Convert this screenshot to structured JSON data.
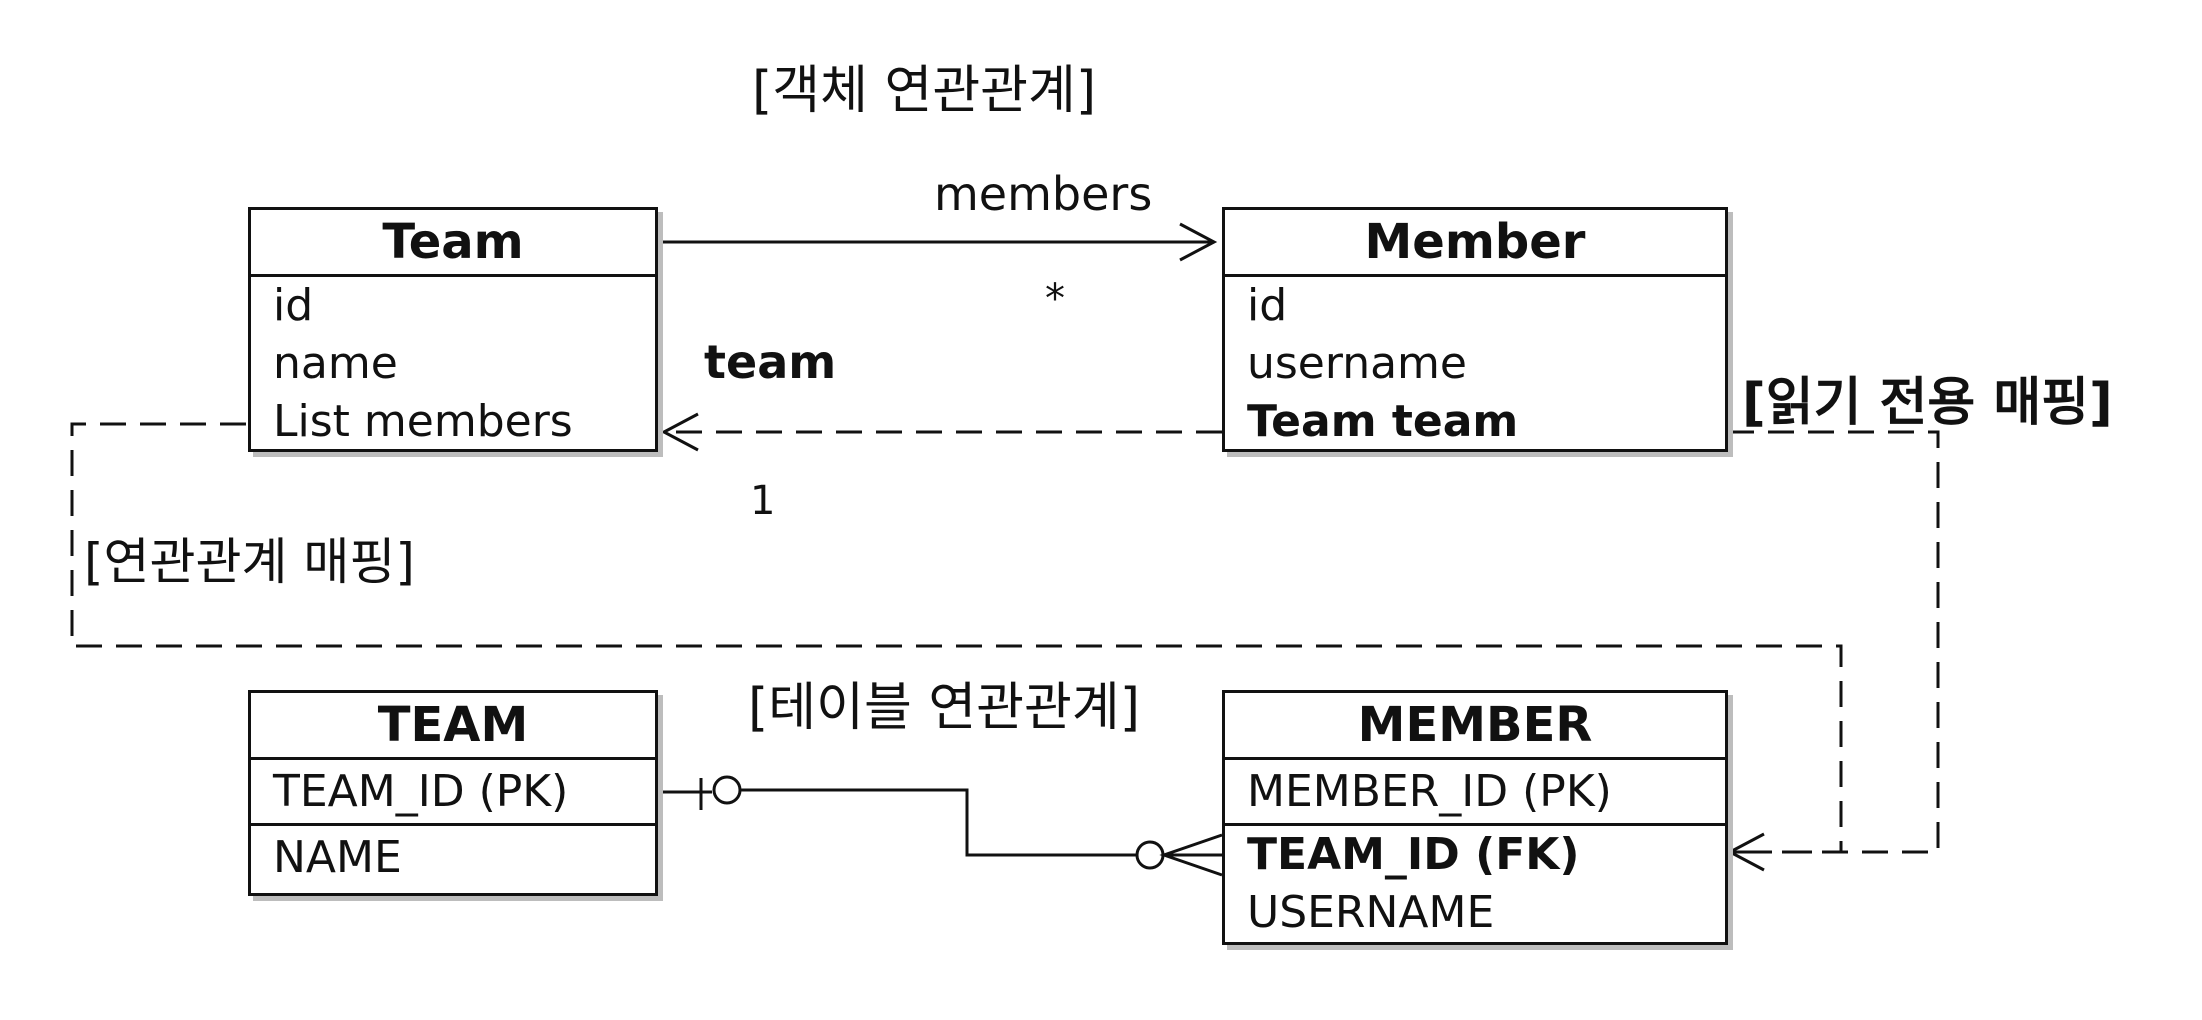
{
  "object_relation": {
    "title": "[객체 연관관계]",
    "team_entity": {
      "name": "Team",
      "fields": [
        "id",
        "name",
        "List members"
      ]
    },
    "member_entity": {
      "name": "Member",
      "fields": [
        "id",
        "username",
        "Team team"
      ]
    },
    "members_label": "members",
    "many_label": "*",
    "team_label": "team",
    "one_label": "1"
  },
  "table_relation": {
    "title": "[테이블 연관관계]",
    "team_table": {
      "name": "TEAM",
      "columns": [
        "TEAM_ID (PK)",
        "NAME"
      ]
    },
    "member_table": {
      "name": "MEMBER",
      "columns": [
        "MEMBER_ID (PK)",
        "TEAM_ID (FK)",
        "USERNAME"
      ]
    }
  },
  "mapping_label": "[연관관계 매핑]",
  "readonly_mapping_label": "[읽기 전용 매핑]"
}
